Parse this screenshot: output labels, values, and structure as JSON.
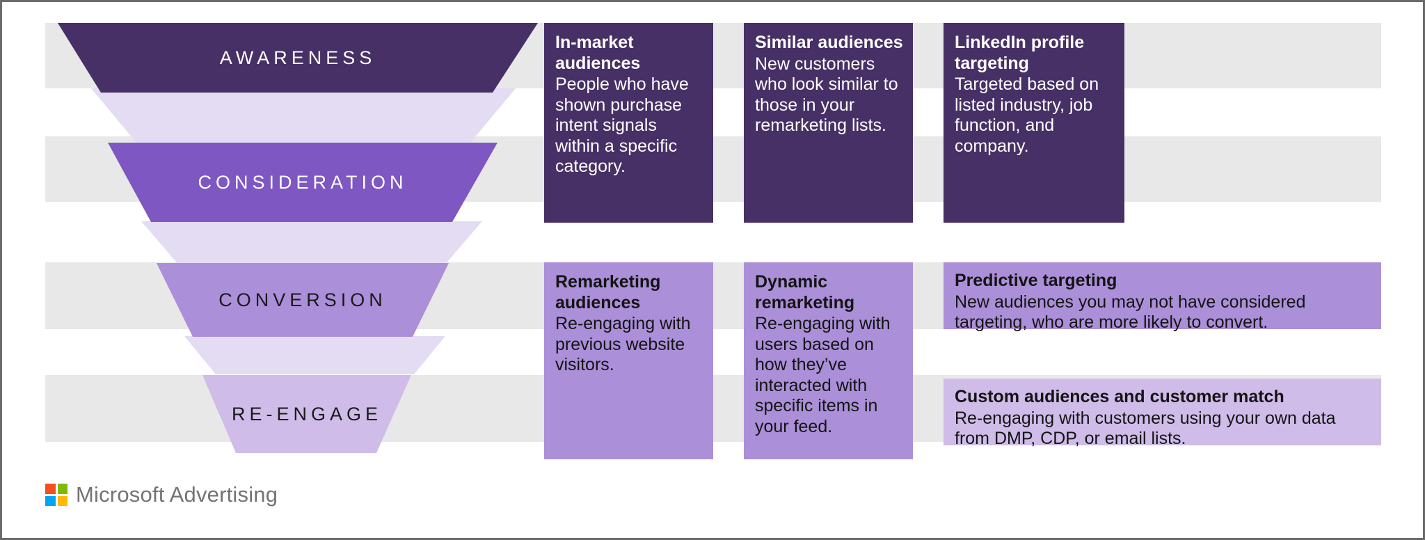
{
  "brand": {
    "name": "Microsoft Advertising",
    "logo_icon": "microsoft-logo-icon",
    "logo_colors": [
      "#f25022",
      "#7fba00",
      "#00a4ef",
      "#ffb900"
    ]
  },
  "colors": {
    "dark_purple": "#473065",
    "mid_purple": "#7e57c2",
    "light_purple": "#ab8fd8",
    "pale_purple": "#cfbce8",
    "faint_purple": "#e4dcf3",
    "band_grey": "#e8e8e8",
    "text_dark": "#141414",
    "text_light": "#ffffff",
    "frame": "#6b6b6b"
  },
  "funnel": {
    "stages": [
      {
        "label": "AWARENESS",
        "fill": "#473065",
        "text_color": "#ffffff"
      },
      {
        "label": "CONSIDERATION",
        "fill": "#7e57c2",
        "text_color": "#ffffff"
      },
      {
        "label": "CONVERSION",
        "fill": "#ab8fd8",
        "text_color": "#141414"
      },
      {
        "label": "RE-ENGAGE",
        "fill": "#cfbce8",
        "text_color": "#141414"
      }
    ]
  },
  "rows": [
    {
      "id": "awareness-consideration",
      "cards": [
        {
          "title": "In-market audiences",
          "body": "People who have shown purchase intent signals within a specific category.",
          "style": "dark"
        },
        {
          "title": "Similar audiences",
          "body": "New customers who look similar to those in your remarketing lists.",
          "style": "dark"
        },
        {
          "title": "LinkedIn profile targeting",
          "body": "Targeted based on listed industry, job function, and company.",
          "style": "dark"
        }
      ]
    },
    {
      "id": "conversion-reengage",
      "cards": [
        {
          "title": "Remarketing audiences",
          "body": "Re-engaging with previous website visitors.",
          "style": "lilac"
        },
        {
          "title": "Dynamic remarketing",
          "body": "Re-engaging with users based on how they’ve interacted with specific items in your feed.",
          "style": "lilac"
        },
        {
          "title": "Predictive targeting",
          "body": "New audiences you may not have considered targeting, who are more likely to convert.",
          "style": "lilac-wide"
        },
        {
          "title": "Custom audiences and customer match",
          "body": "Re-engaging with customers using your own data from DMP, CDP, or email lists.",
          "style": "pale-wide"
        }
      ]
    }
  ]
}
